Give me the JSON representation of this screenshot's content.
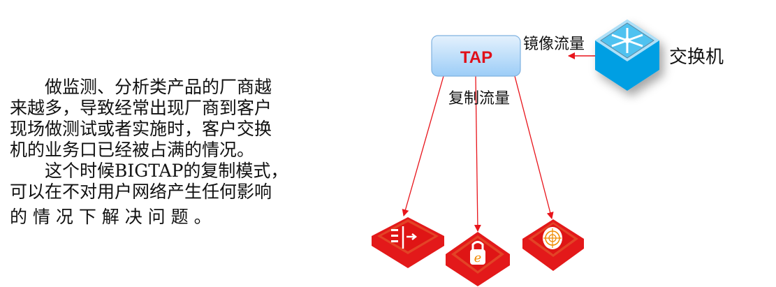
{
  "paragraph": {
    "lines": [
      "　　做监测、分析类产品的厂商越",
      "来越多，导致经常出现厂商到客户",
      "现场做测试或者实施时，客户交换",
      "机的业务口已经被占满的情况。",
      "　　这个时候BIGTAP的复制模式，",
      "可以在不对用户网络产生任何影响",
      "的 情 况 下 解 决 问 题 。"
    ]
  },
  "diagram": {
    "tap_label": "TAP",
    "mirror_label": "镜像流量",
    "copy_label": "复制流量",
    "switch_label": "交换机",
    "colors": {
      "arrow": "#e8141b",
      "tap_text": "#e0101a",
      "device": "#e3191a",
      "switch": "#009fe3"
    }
  }
}
